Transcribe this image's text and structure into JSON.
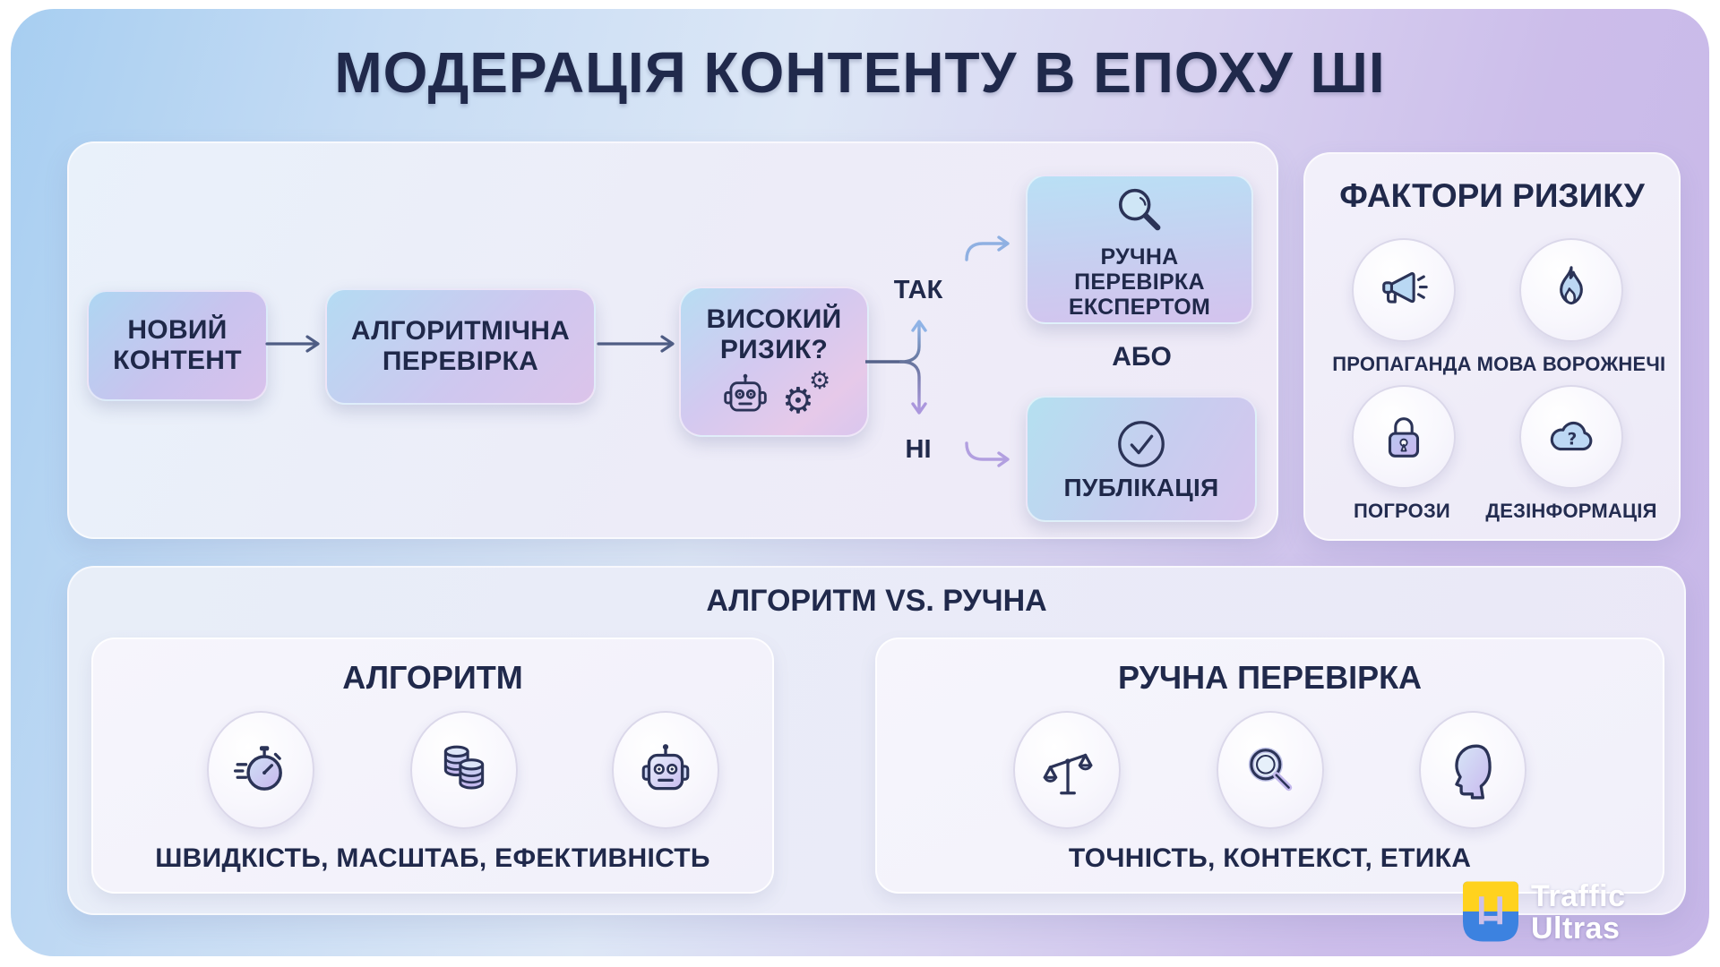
{
  "title": "МОДЕРАЦІЯ КОНТЕНТУ В ЕПОХУ ШІ",
  "flowchart": {
    "nodes": {
      "new_content": "НОВИЙ КОНТЕНТ",
      "algorithmic_check": "АЛГОРИТМІЧНА ПЕРЕВІРКА",
      "high_risk": "ВИСОКИЙ РИЗИК?",
      "expert_review": "РУЧНА ПЕРЕВІРКА ЕКСПЕРТОМ",
      "publication": "ПУБЛІКАЦІЯ"
    },
    "branch_yes": "ТАК",
    "branch_no": "НІ",
    "or_label": "АБО",
    "node_icons": {
      "high_risk": [
        "robot-icon",
        "gears-icon"
      ],
      "expert_review": "magnifier-icon",
      "publication": "check-circle-icon"
    }
  },
  "risk_panel": {
    "title": "ФАКТОРИ РИЗИКУ",
    "items": [
      {
        "label": "ПРОПАГАНДА",
        "icon": "megaphone-icon"
      },
      {
        "label": "МОВА ВОРОЖНЕЧІ",
        "icon": "flame-icon"
      },
      {
        "label": "ПОГРОЗИ",
        "icon": "lock-icon"
      },
      {
        "label": "ДЕЗІНФОРМАЦІЯ",
        "icon": "cloud-question-icon"
      }
    ]
  },
  "comparison": {
    "title": "АЛГОРИТМ VS. РУЧНА",
    "left_card": {
      "title": "АЛГОРИТМ",
      "caption": "ШВИДКІСТЬ, МАСШТАБ, ЕФЕКТИВНІСТЬ",
      "icons": [
        "stopwatch-icon",
        "database-icon",
        "robot-icon"
      ]
    },
    "right_card": {
      "title": "РУЧНА ПЕРЕВІРКА",
      "caption": "ТОЧНІСТЬ, КОНТЕКСТ, ЕТИКА",
      "icons": [
        "scales-icon",
        "magnifier-icon",
        "head-profile-icon"
      ]
    }
  },
  "brand": {
    "name_line1": "Traffic",
    "name_line2": "Ultras"
  },
  "glyphs": {
    "gear_big": "⚙",
    "gear_small": "⚙"
  },
  "colors": {
    "ink": "#20294b",
    "icon_stroke": "#2b3357",
    "branch_yes_arrow": "#8fb3e6",
    "branch_no_arrow": "#ab97dd",
    "logo_yellow": "#ffd21e",
    "logo_blue": "#3c82e0"
  }
}
